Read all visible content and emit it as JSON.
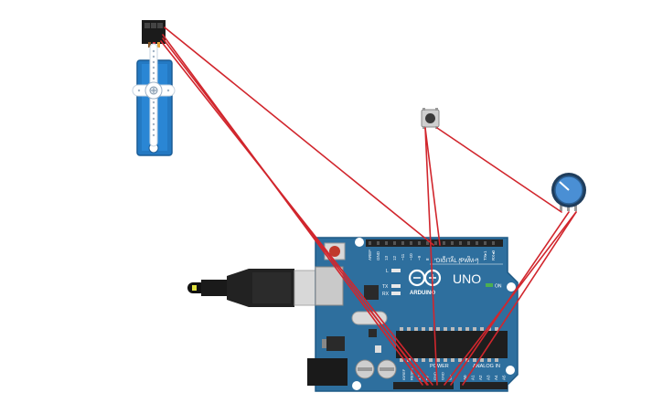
{
  "board": {
    "brand_text": "ARDUINO",
    "model_text": "UNO",
    "digital_header": "DIGITAL (PWM~)",
    "power_label": "POWER",
    "analog_label": "ANALOG IN",
    "on_label": "ON",
    "l_label": "L",
    "tx_label": "TX",
    "rx_label": "RX",
    "top_pin_labels": [
      "AREF",
      "GND",
      "13",
      "12",
      "~11",
      "~10",
      "~9",
      "8",
      "7",
      "~6",
      "~5",
      "4",
      "~3",
      "2",
      "TX▸1",
      "RX◂0"
    ],
    "power_pin_labels": [
      "IOREF",
      "RESET",
      "3.3V",
      "5V",
      "GND",
      "GND",
      "Vin"
    ],
    "analog_pin_labels": [
      "A0",
      "A1",
      "A2",
      "A3",
      "A4",
      "A5"
    ]
  },
  "colors": {
    "board_blue": "#2e6f9e",
    "board_edge": "#1f5a85",
    "wire": "#d1262d",
    "servo_blue": "#2479c2",
    "header_black": "#222222"
  }
}
